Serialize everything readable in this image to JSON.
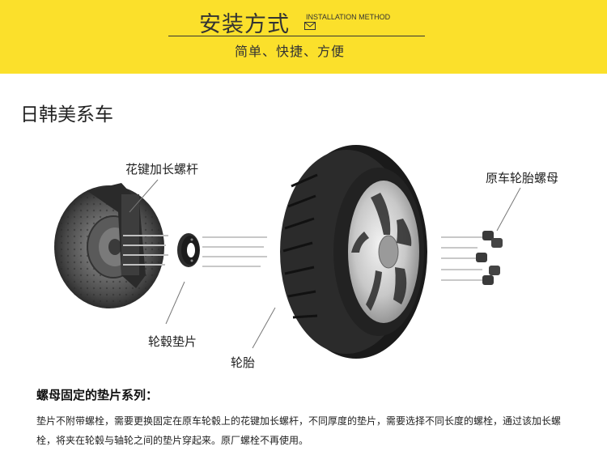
{
  "banner": {
    "title": "安装方式",
    "title_en": "INSTALLATION METHOD",
    "subtitle": "简单、快捷、方便",
    "bg_color": "#fbe02b"
  },
  "section_title": "日韩美系车",
  "labels": {
    "bolt": "花键加长螺杆",
    "spacer": "轮毂垫片",
    "tire": "轮胎",
    "nut": "原车轮胎螺母"
  },
  "note": {
    "title": "螺母固定的垫片系列：",
    "body": "垫片不附带螺栓，需要更换固定在原车轮毂上的花键加长螺杆，不同厚度的垫片，需要选择不同长度的螺栓，通过该加长螺栓，将夹在轮毂与轴轮之间的垫片穿起来。原厂螺栓不再使用。"
  },
  "icons": [
    "envelope-icon",
    "brake-disc-image",
    "wheel-spacer-image",
    "tire-image",
    "lug-nut-image"
  ]
}
